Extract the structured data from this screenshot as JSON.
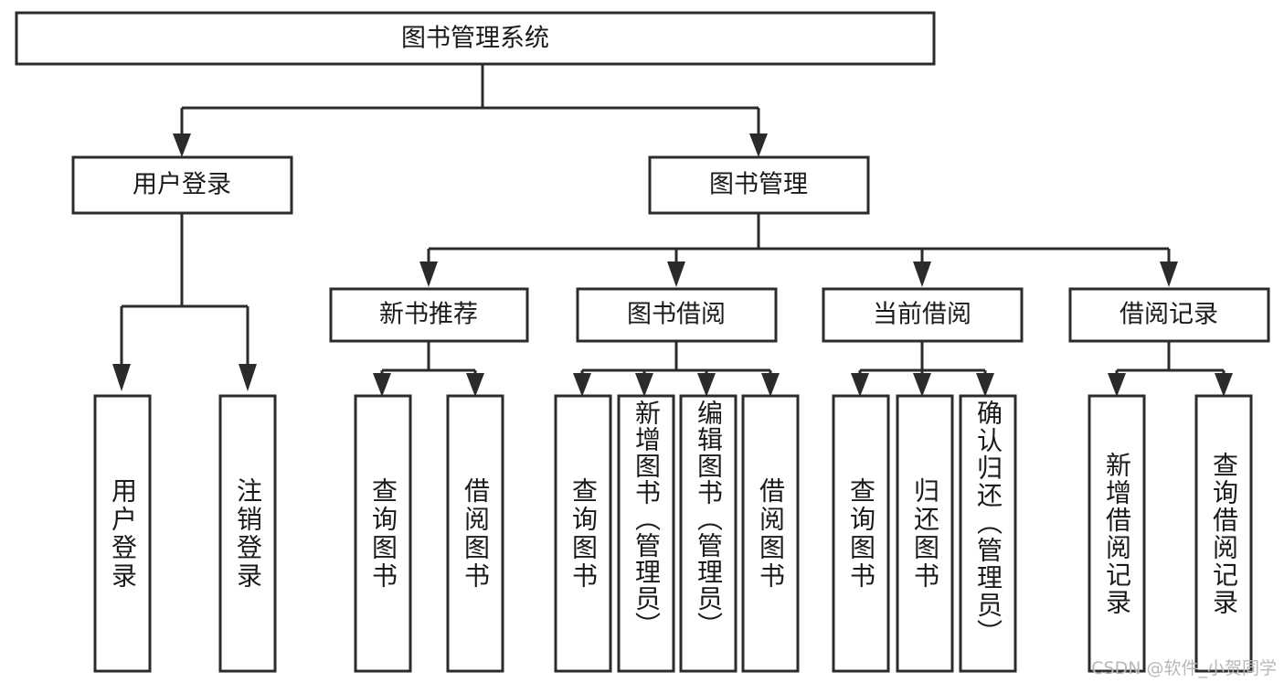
{
  "diagram": {
    "title": "图书管理系统",
    "watermark": "CSDN @软件_小贺同学",
    "colors": {
      "stroke": "#2b2b2b",
      "fill": "#ffffff",
      "text": "#1a1a1a",
      "watermark": "#b8b8b8",
      "background": "#ffffff"
    },
    "levels": {
      "root": "图书管理系统",
      "level2": [
        "用户登录",
        "图书管理"
      ],
      "level3": [
        "新书推荐",
        "图书借阅",
        "当前借阅",
        "借阅记录"
      ]
    },
    "nodes": {
      "root": {
        "id": "root",
        "label": "图书管理系统",
        "orientation": "horizontal"
      },
      "user_login": {
        "id": "user-login",
        "label": "用户登录",
        "orientation": "horizontal"
      },
      "book_manage": {
        "id": "book-manage",
        "label": "图书管理",
        "orientation": "horizontal"
      },
      "new_book_rec": {
        "id": "new-book-recommend",
        "label": "新书推荐",
        "orientation": "horizontal"
      },
      "book_borrow": {
        "id": "book-borrow",
        "label": "图书借阅",
        "orientation": "horizontal"
      },
      "current_borrow": {
        "id": "current-borrow",
        "label": "当前借阅",
        "orientation": "horizontal"
      },
      "borrow_record": {
        "id": "borrow-record",
        "label": "借阅记录",
        "orientation": "horizontal"
      },
      "leaf_01": {
        "id": "leaf-user-login",
        "label": "用户登录",
        "orientation": "vertical",
        "parent": "用户登录"
      },
      "leaf_02": {
        "id": "leaf-logout",
        "label": "注销登录",
        "orientation": "vertical",
        "parent": "用户登录"
      },
      "leaf_03": {
        "id": "leaf-query-book-rec",
        "label": "查询图书",
        "orientation": "vertical",
        "parent": "新书推荐"
      },
      "leaf_04": {
        "id": "leaf-borrow-book-rec",
        "label": "借阅图书",
        "orientation": "vertical",
        "parent": "新书推荐"
      },
      "leaf_05": {
        "id": "leaf-query-book-borrow",
        "label": "查询图书",
        "orientation": "vertical",
        "parent": "图书借阅"
      },
      "leaf_06": {
        "id": "leaf-add-book-admin",
        "label": "新增图书（管理员）",
        "orientation": "vertical",
        "parent": "图书借阅"
      },
      "leaf_07": {
        "id": "leaf-edit-book-admin",
        "label": "编辑图书（管理员）",
        "orientation": "vertical",
        "parent": "图书借阅"
      },
      "leaf_08": {
        "id": "leaf-borrow-book",
        "label": "借阅图书",
        "orientation": "vertical",
        "parent": "图书借阅"
      },
      "leaf_09": {
        "id": "leaf-query-book-current",
        "label": "查询图书",
        "orientation": "vertical",
        "parent": "当前借阅"
      },
      "leaf_10": {
        "id": "leaf-return-book",
        "label": "归还图书",
        "orientation": "vertical",
        "parent": "当前借阅"
      },
      "leaf_11": {
        "id": "leaf-confirm-return-admin",
        "label": "确认归还（管理员）",
        "orientation": "vertical",
        "parent": "当前借阅"
      },
      "leaf_12": {
        "id": "leaf-add-borrow-record",
        "label": "新增借阅记录",
        "orientation": "vertical",
        "parent": "借阅记录"
      },
      "leaf_13": {
        "id": "leaf-query-borrow-record",
        "label": "查询借阅记录",
        "orientation": "vertical",
        "parent": "借阅记录"
      }
    }
  }
}
